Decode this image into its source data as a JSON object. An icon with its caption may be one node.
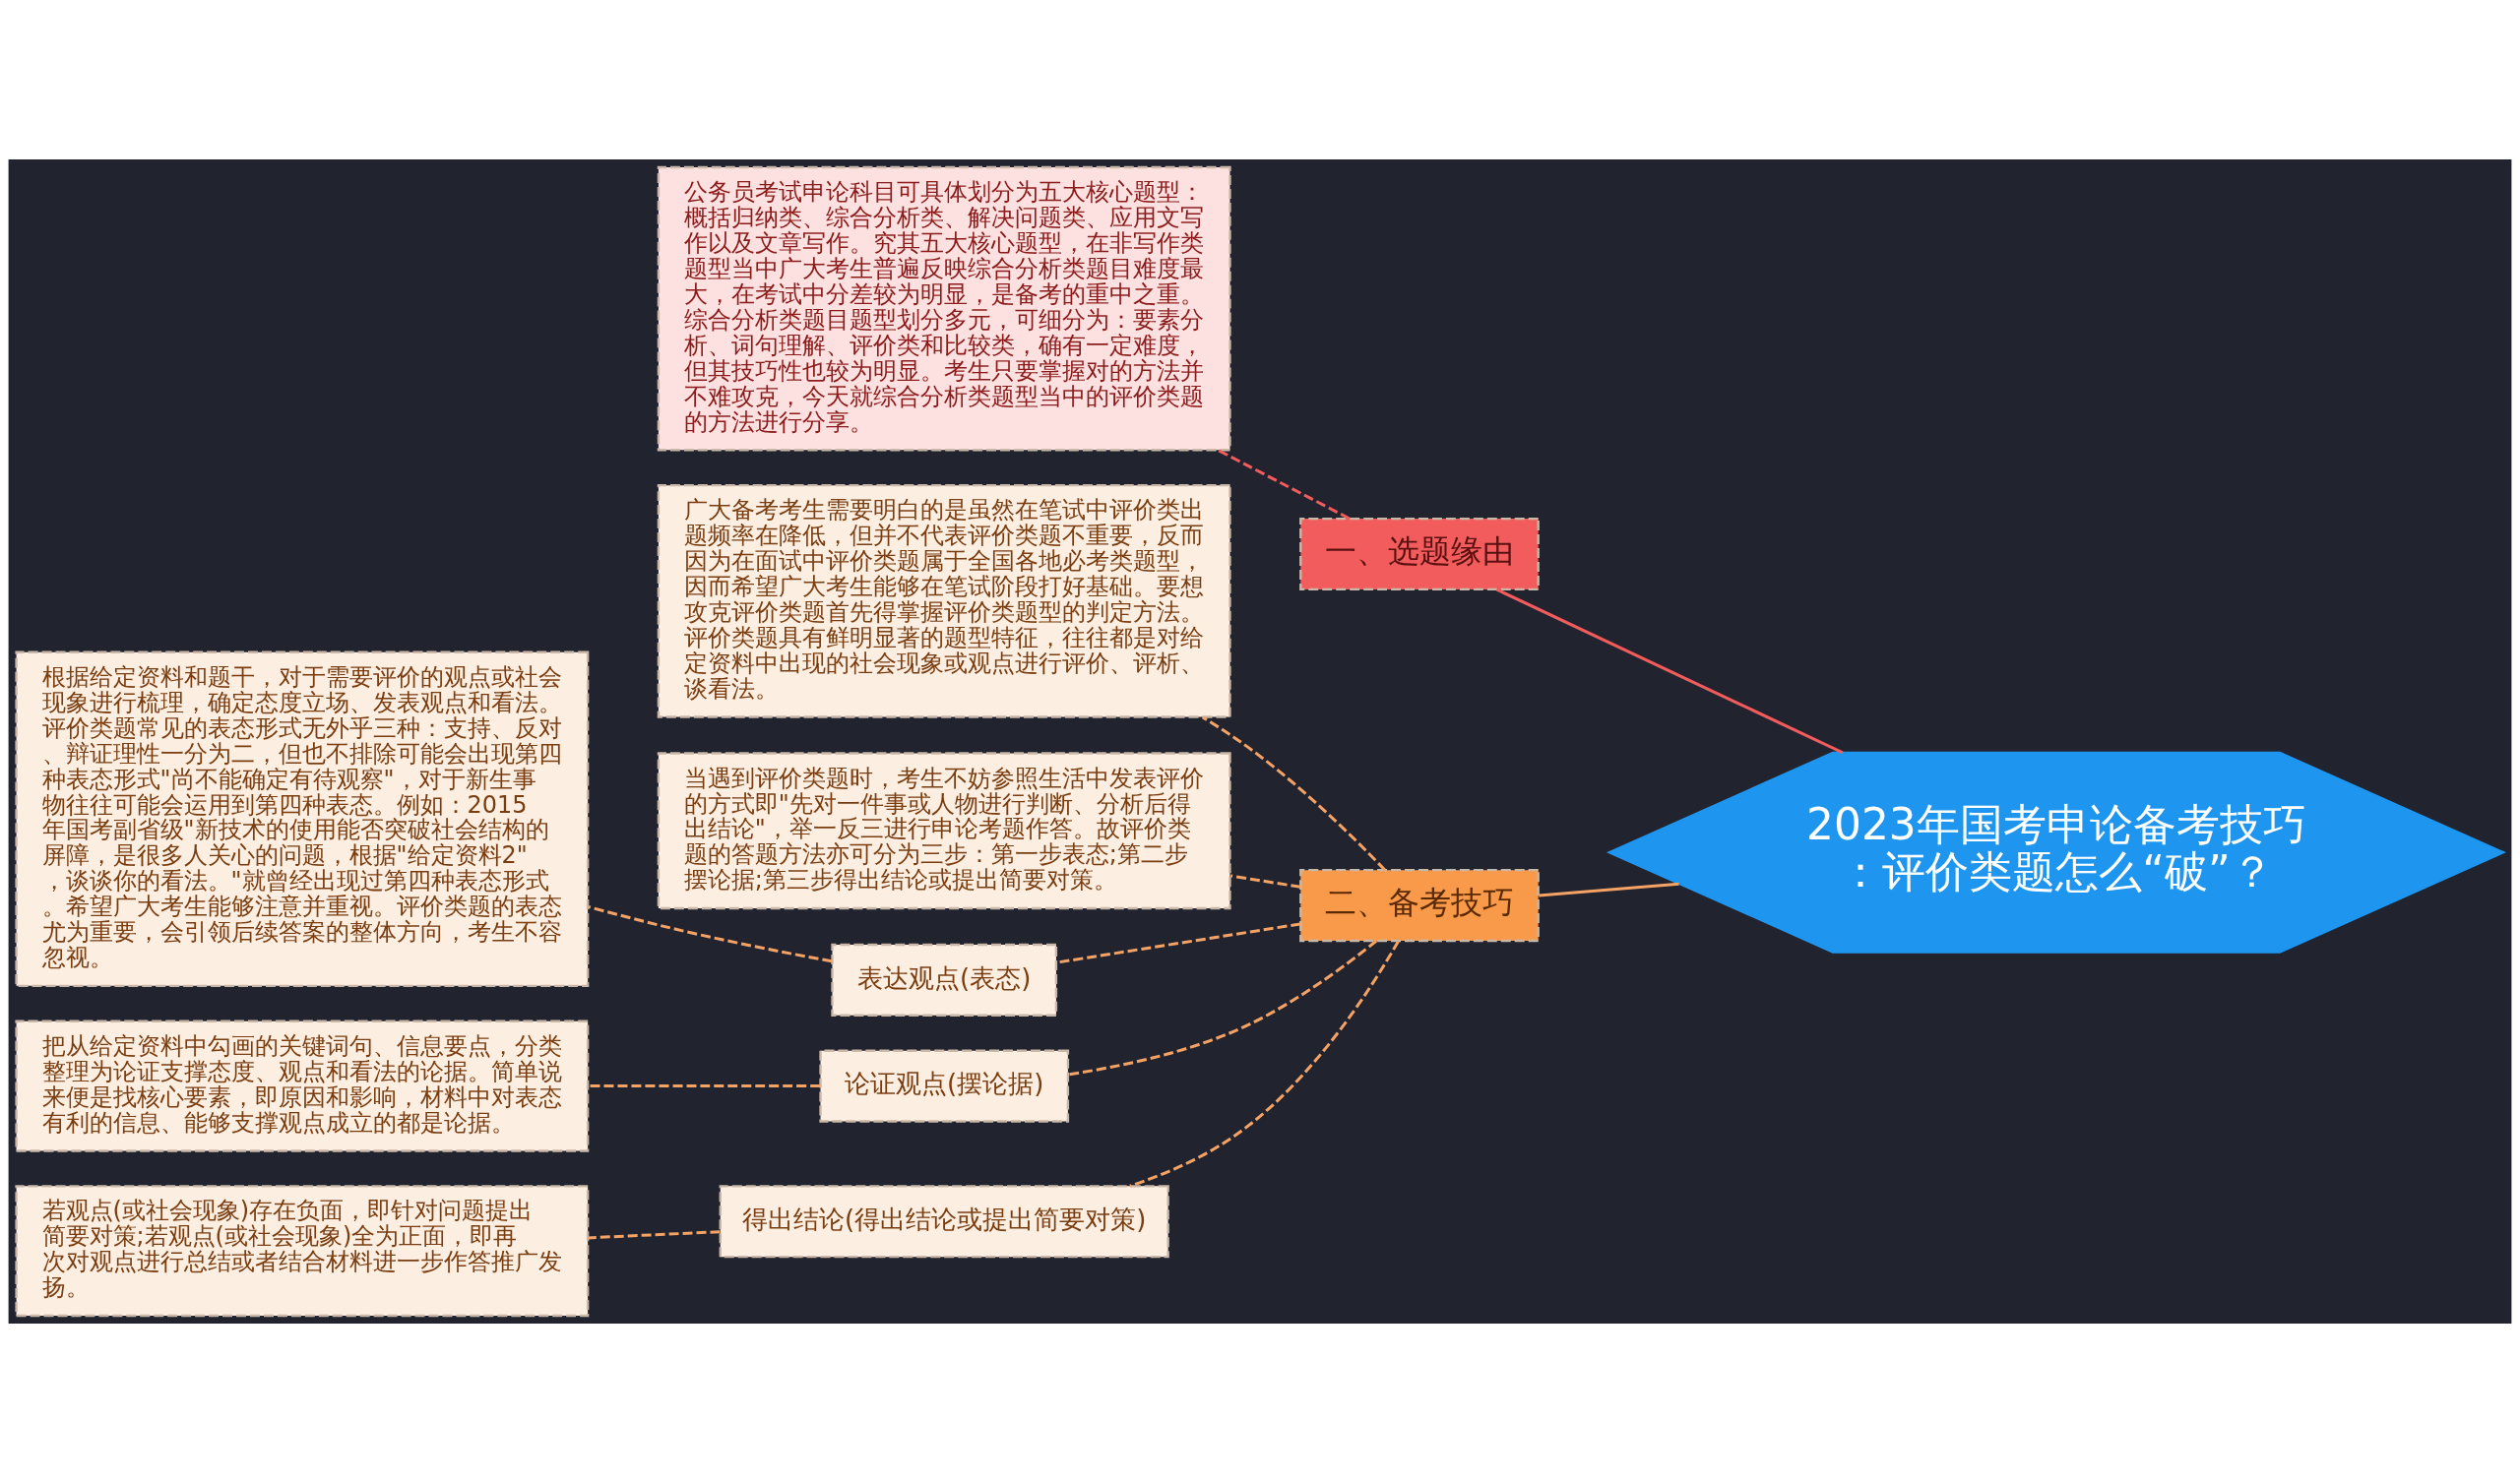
{
  "diagram": {
    "nodes": [
      {
        "text": [
          "2023年国考申论备考技巧：评价类题怎么“破”？"
        ]
      },
      {
        "text": [
          "一、选题缘由"
        ]
      },
      {
        "text": [
          "公务员考试申论科目可具体划分为五大核心题型：概括归纳类、综合分析类、解决问题类、应用文写作以及文章写作。究其五大核心题型，在非写作类题型当中广大考生普遍反映综合分析类题目难度最大，在考试中分差较为明显，是备考的重中之重。综合分析类题目题型划分多元，可细分为：要素分析、词句理解、评价类和比较类，确有一定难度，但其技巧性也较为明显。考生只要掌握对的方法并不难攻克，今天就综合分析类题型当中的评价类题的方法进行分享。"
        ]
      },
      {
        "text": [
          "二、备考技巧"
        ]
      },
      {
        "text": [
          "广大备考考生需要明白的是虽然在笔试中评价类出题频率在降低，但并不代表评价类题不重要，反而因为在面试中评价类题属于全国各地必考类题型，因而希望广大考生能够在笔试阶段打好基础。要想攻克评价类题首先得掌握评价类题型的判定方法。评价类题具有鲜明显著的题型特征，往往都是对给定资料中出现的社会现象或观点进行评价、评析、谈看法。"
        ]
      },
      {
        "text": [
          "当遇到评价类题时，考生不妨参照生活中发表评价的方式即\"先对一件事或人物进行判断、分析后得出结论\"，举一反三进行申论考题作答。故评价类题的答题方法亦可分为三步：第一步表态;第二步摆论据;第三步得出结论或提出简要对策。"
        ]
      },
      {
        "text": [
          "表达观点(表态)"
        ]
      },
      {
        "text": [
          "根据给定资料和题干，对于需要评价的观点或社会现象进行梳理，确定态度立场、发表观点和看法。评价类题常见的表态形式无外乎三种：支持、反对、辩证理性一分为二，但也不排除可能会出现第四种表态形式\"尚不能确定有待观察\"，对于新生事物往往可能会运用到第四种表态。例如：2015年国考副省级\"新技术的使用能否突破社会结构的屏障，是很多人关心的问题，根据\"给定资料2\"，谈谈你的看法。\"就曾经出现过第四种表态形式。希望广大考生能够注意并重视。评价类题的表态尤为重要，会引领后续答案的整体方向，考生不容忽视。"
        ]
      },
      {
        "text": [
          "论证观点(摆论据)"
        ]
      },
      {
        "text": [
          "把从给定资料中勾画的关键词句、信息要点，分类整理为论证支撑态度、观点和看法的论据。简单说来便是找核心要素，即原因和影响，材料中对表态有利的信息、能够支撑观点成立的都是论据。"
        ]
      },
      {
        "text": [
          "得出结论(得出结论或提出简要对策)"
        ]
      },
      {
        "text": [
          "若观点(或社会现象)存在负面，即针对问题提出简要对策;若观点(或社会现象)全为正面，即再次对观点进行总结或者结合材料进一步作答推广发扬。"
        ]
      }
    ],
    "edges": [
      {
        "from": 0,
        "to": 1,
        "arrow": "none",
        "color": "#f25c5c"
      },
      {
        "from": 1,
        "to": 2,
        "arrow": "none",
        "style": "dashed",
        "color": "#f25c5c"
      },
      {
        "from": 0,
        "to": 3,
        "arrow": "none"
      },
      {
        "from": 3,
        "to": 4,
        "arrow": "none",
        "style": "dashed"
      },
      {
        "from": 3,
        "to": 5,
        "arrow": "none",
        "style": "dashed"
      },
      {
        "from": 3,
        "to": 6,
        "arrow": "none",
        "style": "dashed"
      },
      {
        "from": 6,
        "to": 7,
        "arrow": "none",
        "style": "dashed"
      },
      {
        "from": 3,
        "to": 8,
        "arrow": "none",
        "style": "dashed"
      },
      {
        "from": 8,
        "to": 9,
        "arrow": "none",
        "style": "dashed"
      },
      {
        "from": 3,
        "to": 10,
        "arrow": "none",
        "style": "dashed"
      },
      {
        "from": 10,
        "to": 11,
        "arrow": "none",
        "style": "dashed"
      }
    ]
  }
}
